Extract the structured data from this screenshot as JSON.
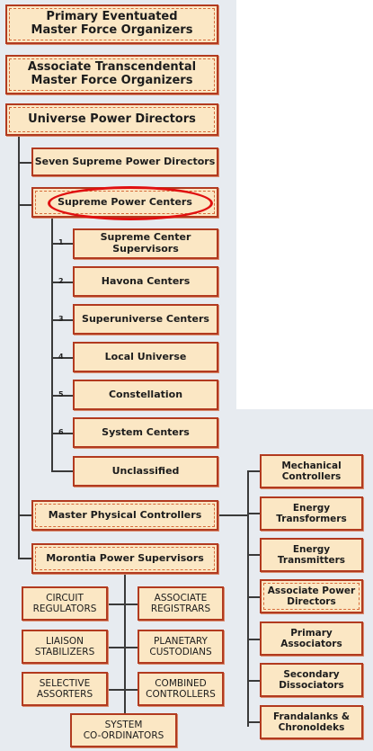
{
  "top": {
    "primary": [
      "Primary Eventuated",
      "Master Force Organizers"
    ],
    "associate": [
      "Associate Transcendental",
      "Master Force Organizers"
    ],
    "directors": "Universe Power Directors"
  },
  "level2": {
    "seven": "Seven Supreme Power Directors",
    "centers": "Supreme Power Centers"
  },
  "centers": [
    {
      "num": "1",
      "label": "Supreme Center",
      "label2": "Supervisors"
    },
    {
      "num": "2",
      "label": "Havona Centers"
    },
    {
      "num": "3",
      "label": "Superuniverse Centers"
    },
    {
      "num": "4",
      "label": "Local Universe"
    },
    {
      "num": "5",
      "label": "Constellation"
    },
    {
      "num": "6",
      "label": "System Centers"
    },
    {
      "num": "",
      "label": "Unclassified"
    }
  ],
  "mpc": {
    "label": "Master Physical Controllers",
    "children": [
      [
        "Mechanical",
        "Controllers"
      ],
      [
        "Energy",
        "Transformers"
      ],
      [
        "Energy",
        "Transmitters"
      ],
      [
        "Associate Power",
        "Directors"
      ],
      [
        "Primary",
        "Associators"
      ],
      [
        "Secondary",
        "Dissociators"
      ],
      [
        "Frandalanks &",
        "Chronoldeks"
      ]
    ]
  },
  "mps": {
    "label": "Morontia Power Supervisors",
    "left": [
      [
        "CIRCUIT",
        "REGULATORS"
      ],
      [
        "LIAISON",
        "STABILIZERS"
      ],
      [
        "SELECTIVE",
        "ASSORTERS"
      ]
    ],
    "right": [
      [
        "ASSOCIATE",
        "REGISTRARS"
      ],
      [
        "PLANETARY",
        "CUSTODIANS"
      ],
      [
        "COMBINED",
        "CONTROLLERS"
      ]
    ],
    "bottom": [
      "SYSTEM",
      "CO-ORDINATORS"
    ]
  },
  "colors": {
    "box_fill": "#fbe7c4",
    "box_border": "#b23a1f",
    "highlight": "#e01010"
  }
}
